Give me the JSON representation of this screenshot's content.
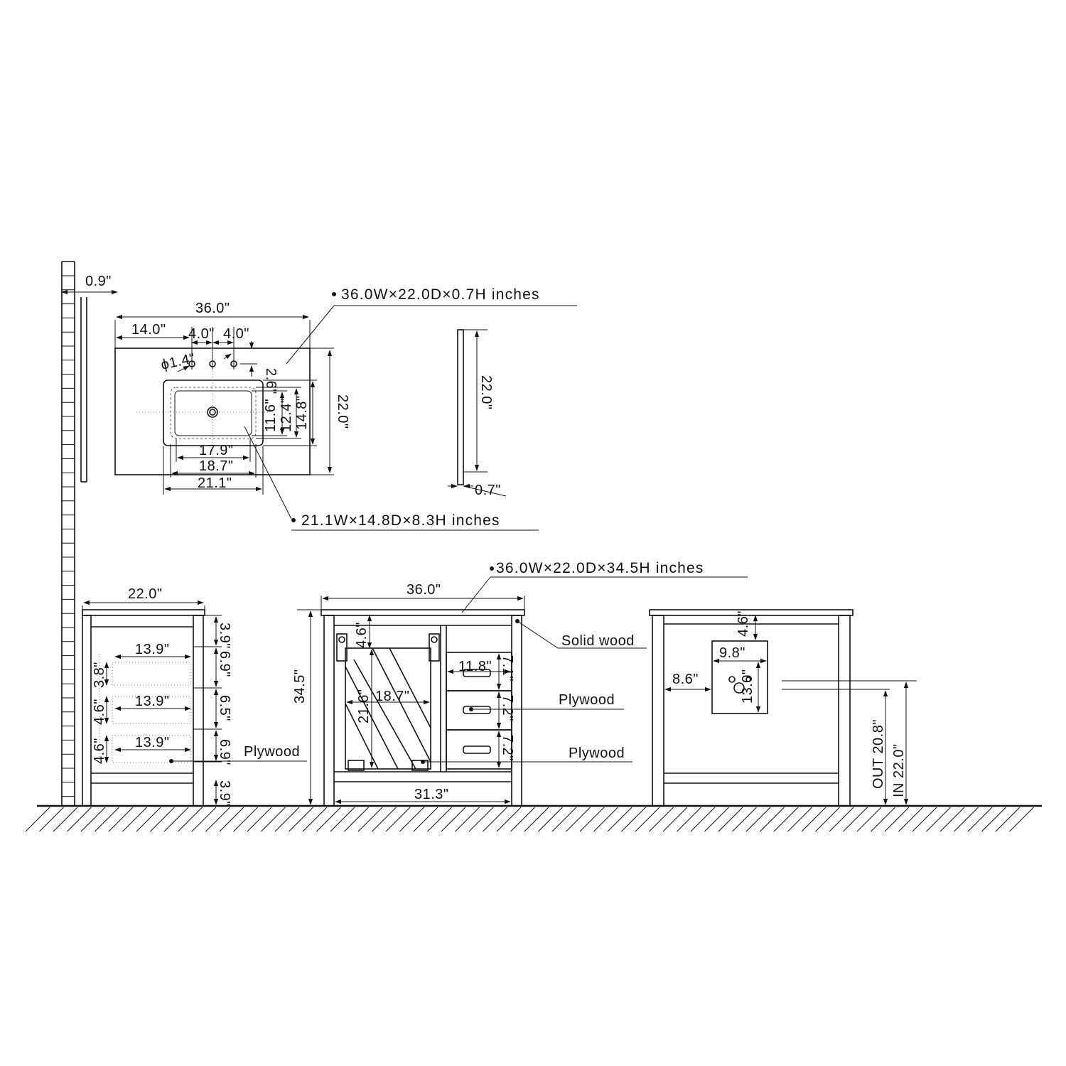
{
  "colors": {
    "line": "#111111",
    "background": "#ffffff"
  },
  "ruler": {
    "offset_label": "0.9\""
  },
  "countertop_top_view": {
    "spec": "36.0W×22.0D×0.7H inches",
    "width": "36.0\"",
    "faucet_offset": "14.0\"",
    "hole_spacing_left": "4.0\"",
    "hole_spacing_right": "4.0\"",
    "hole_setback": "2.6\"",
    "hole_diameter": "ϕ1.4\"",
    "depth": "22.0\""
  },
  "sink_top_view": {
    "spec": "21.1W×14.8D×8.3H inches",
    "inner_width": "17.9\"",
    "mid_width": "18.7\"",
    "outer_width": "21.1\"",
    "inner_depth": "11.6\"",
    "mid_depth": "12.4\"",
    "outer_depth": "14.8\""
  },
  "countertop_side_view": {
    "depth": "22.0\"",
    "thickness": "0.7\""
  },
  "side_view": {
    "depth": "22.0\"",
    "drawer_depths": [
      "13.9\"",
      "13.9\"",
      "13.9\""
    ],
    "drawer_heights": [
      "3.8\"",
      "4.6\"",
      "4.6\""
    ],
    "vertical_spacing": [
      "3.9\"",
      "6.9\"",
      "6.5\"",
      "6.9\"",
      "3.9\""
    ],
    "material_label": "Plywood"
  },
  "front_view": {
    "spec": "36.0W×22.0D×34.5H inches",
    "width": "36.0\"",
    "height": "34.5\"",
    "top_rail": "4.6\"",
    "door_height": "21.6\"",
    "door_width": "18.7\"",
    "drawer_width": "11.8\"",
    "drawer_heights": [
      "7.1\"",
      "7.2\"",
      "7.2\""
    ],
    "base_width": "31.3\"",
    "material_labels": {
      "frame": "Solid wood",
      "drawer": "Plywood",
      "bottom": "Plywood"
    }
  },
  "back_view": {
    "top_offset": "4.6\"",
    "cutout_width": "9.8\"",
    "cutout_height": "13.0\"",
    "cutout_side_offset": "8.6\"",
    "out_height": "OUT 20.8\"",
    "in_height": "IN 22.0\""
  }
}
